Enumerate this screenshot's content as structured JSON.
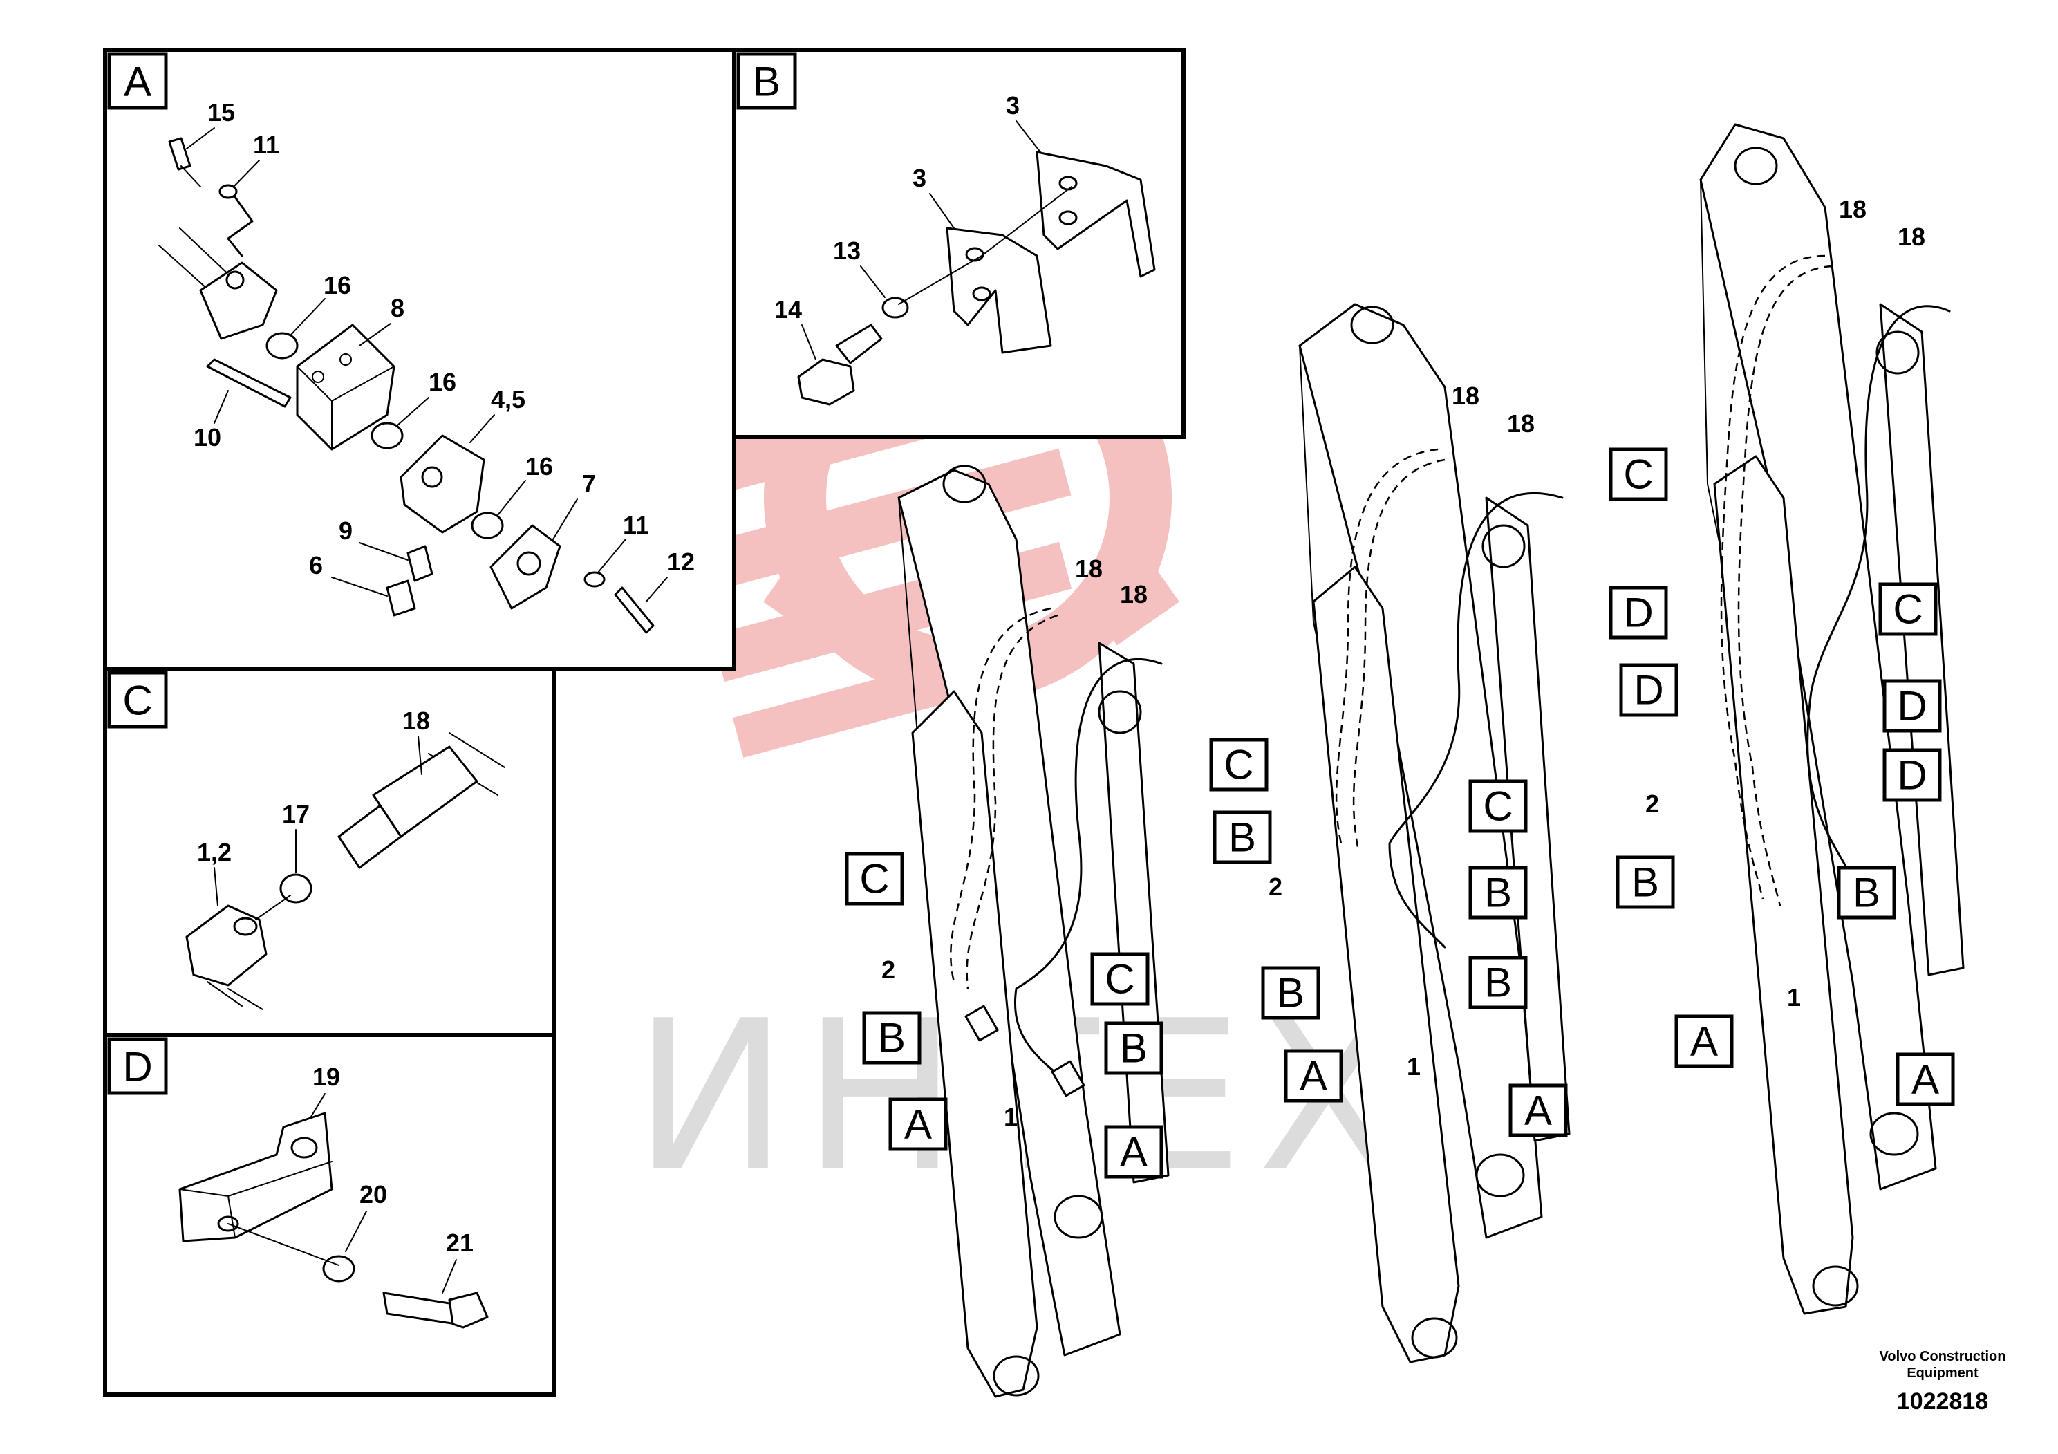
{
  "detail_panels": [
    {
      "letter": "A",
      "callouts": [
        "15",
        "11",
        "16",
        "8",
        "16",
        "4,5",
        "10",
        "16",
        "7",
        "9",
        "11",
        "6",
        "12"
      ]
    },
    {
      "letter": "B",
      "callouts": [
        "3",
        "3",
        "13",
        "14"
      ]
    },
    {
      "letter": "C",
      "callouts": [
        "18",
        "17",
        "1,2"
      ]
    },
    {
      "letter": "D",
      "callouts": [
        "19",
        "20",
        "21"
      ]
    }
  ],
  "boom_views": [
    {
      "refs": [
        "C",
        "B",
        "A",
        "C",
        "B",
        "A"
      ],
      "part_numbers": [
        "18",
        "18",
        "2",
        "1"
      ]
    },
    {
      "refs": [
        "C",
        "B",
        "B",
        "A",
        "C",
        "B",
        "B",
        "A"
      ],
      "part_numbers": [
        "18",
        "18",
        "2",
        "1"
      ]
    },
    {
      "refs": [
        "C",
        "D",
        "D",
        "B",
        "A",
        "C",
        "D",
        "D",
        "B",
        "A"
      ],
      "part_numbers": [
        "18",
        "18",
        "2",
        "1"
      ]
    }
  ],
  "watermark": "ИНТЕХ",
  "footer": {
    "brand_line1": "Volvo Construction",
    "brand_line2": "Equipment",
    "drawing_number": "1022818"
  },
  "colors": {
    "logo_watermark": "#f4b6b6",
    "text_watermark": "#dcdcdc",
    "line": "#000000"
  }
}
